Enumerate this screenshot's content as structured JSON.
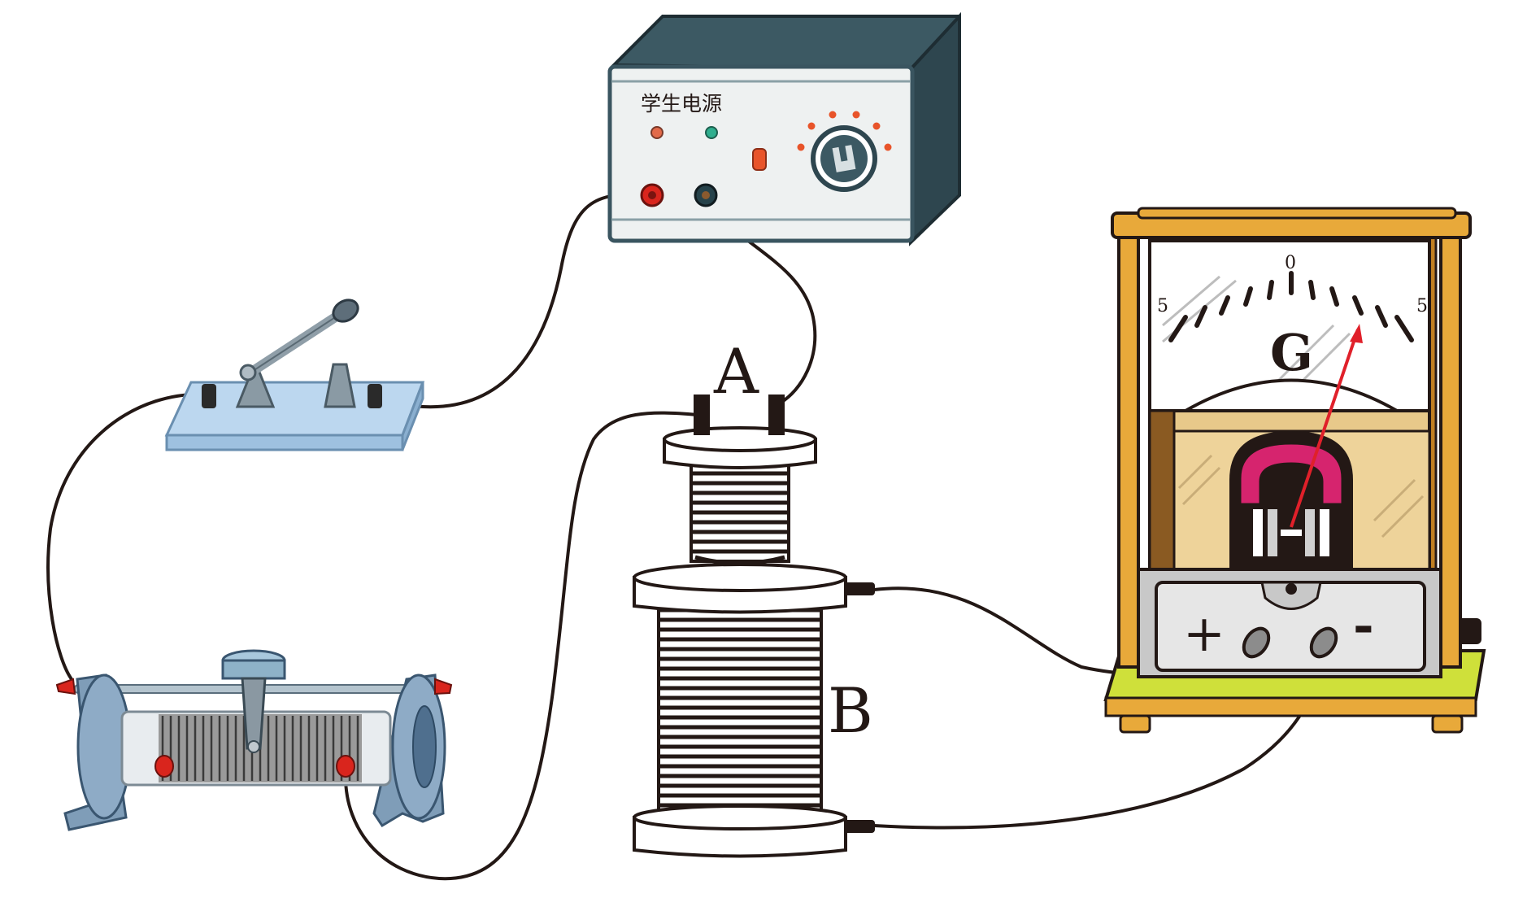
{
  "power_supply": {
    "label": "学生电源"
  },
  "coils": {
    "inner_label": "A",
    "outer_label": "B"
  },
  "galvanometer": {
    "symbol": "G",
    "scale_zero": "0",
    "scale_left": "5",
    "scale_right": "5",
    "plus_terminal": "+",
    "minus_terminal": "-",
    "pointer_color": "#e0202a",
    "magnet_color": "#d6246e",
    "frame_color": "#e8a93a",
    "base_color": "#cfe03a"
  },
  "icons": {
    "switch": "knife-switch-icon",
    "rheostat": "sliding-rheostat-icon",
    "power": "student-power-supply-icon"
  }
}
